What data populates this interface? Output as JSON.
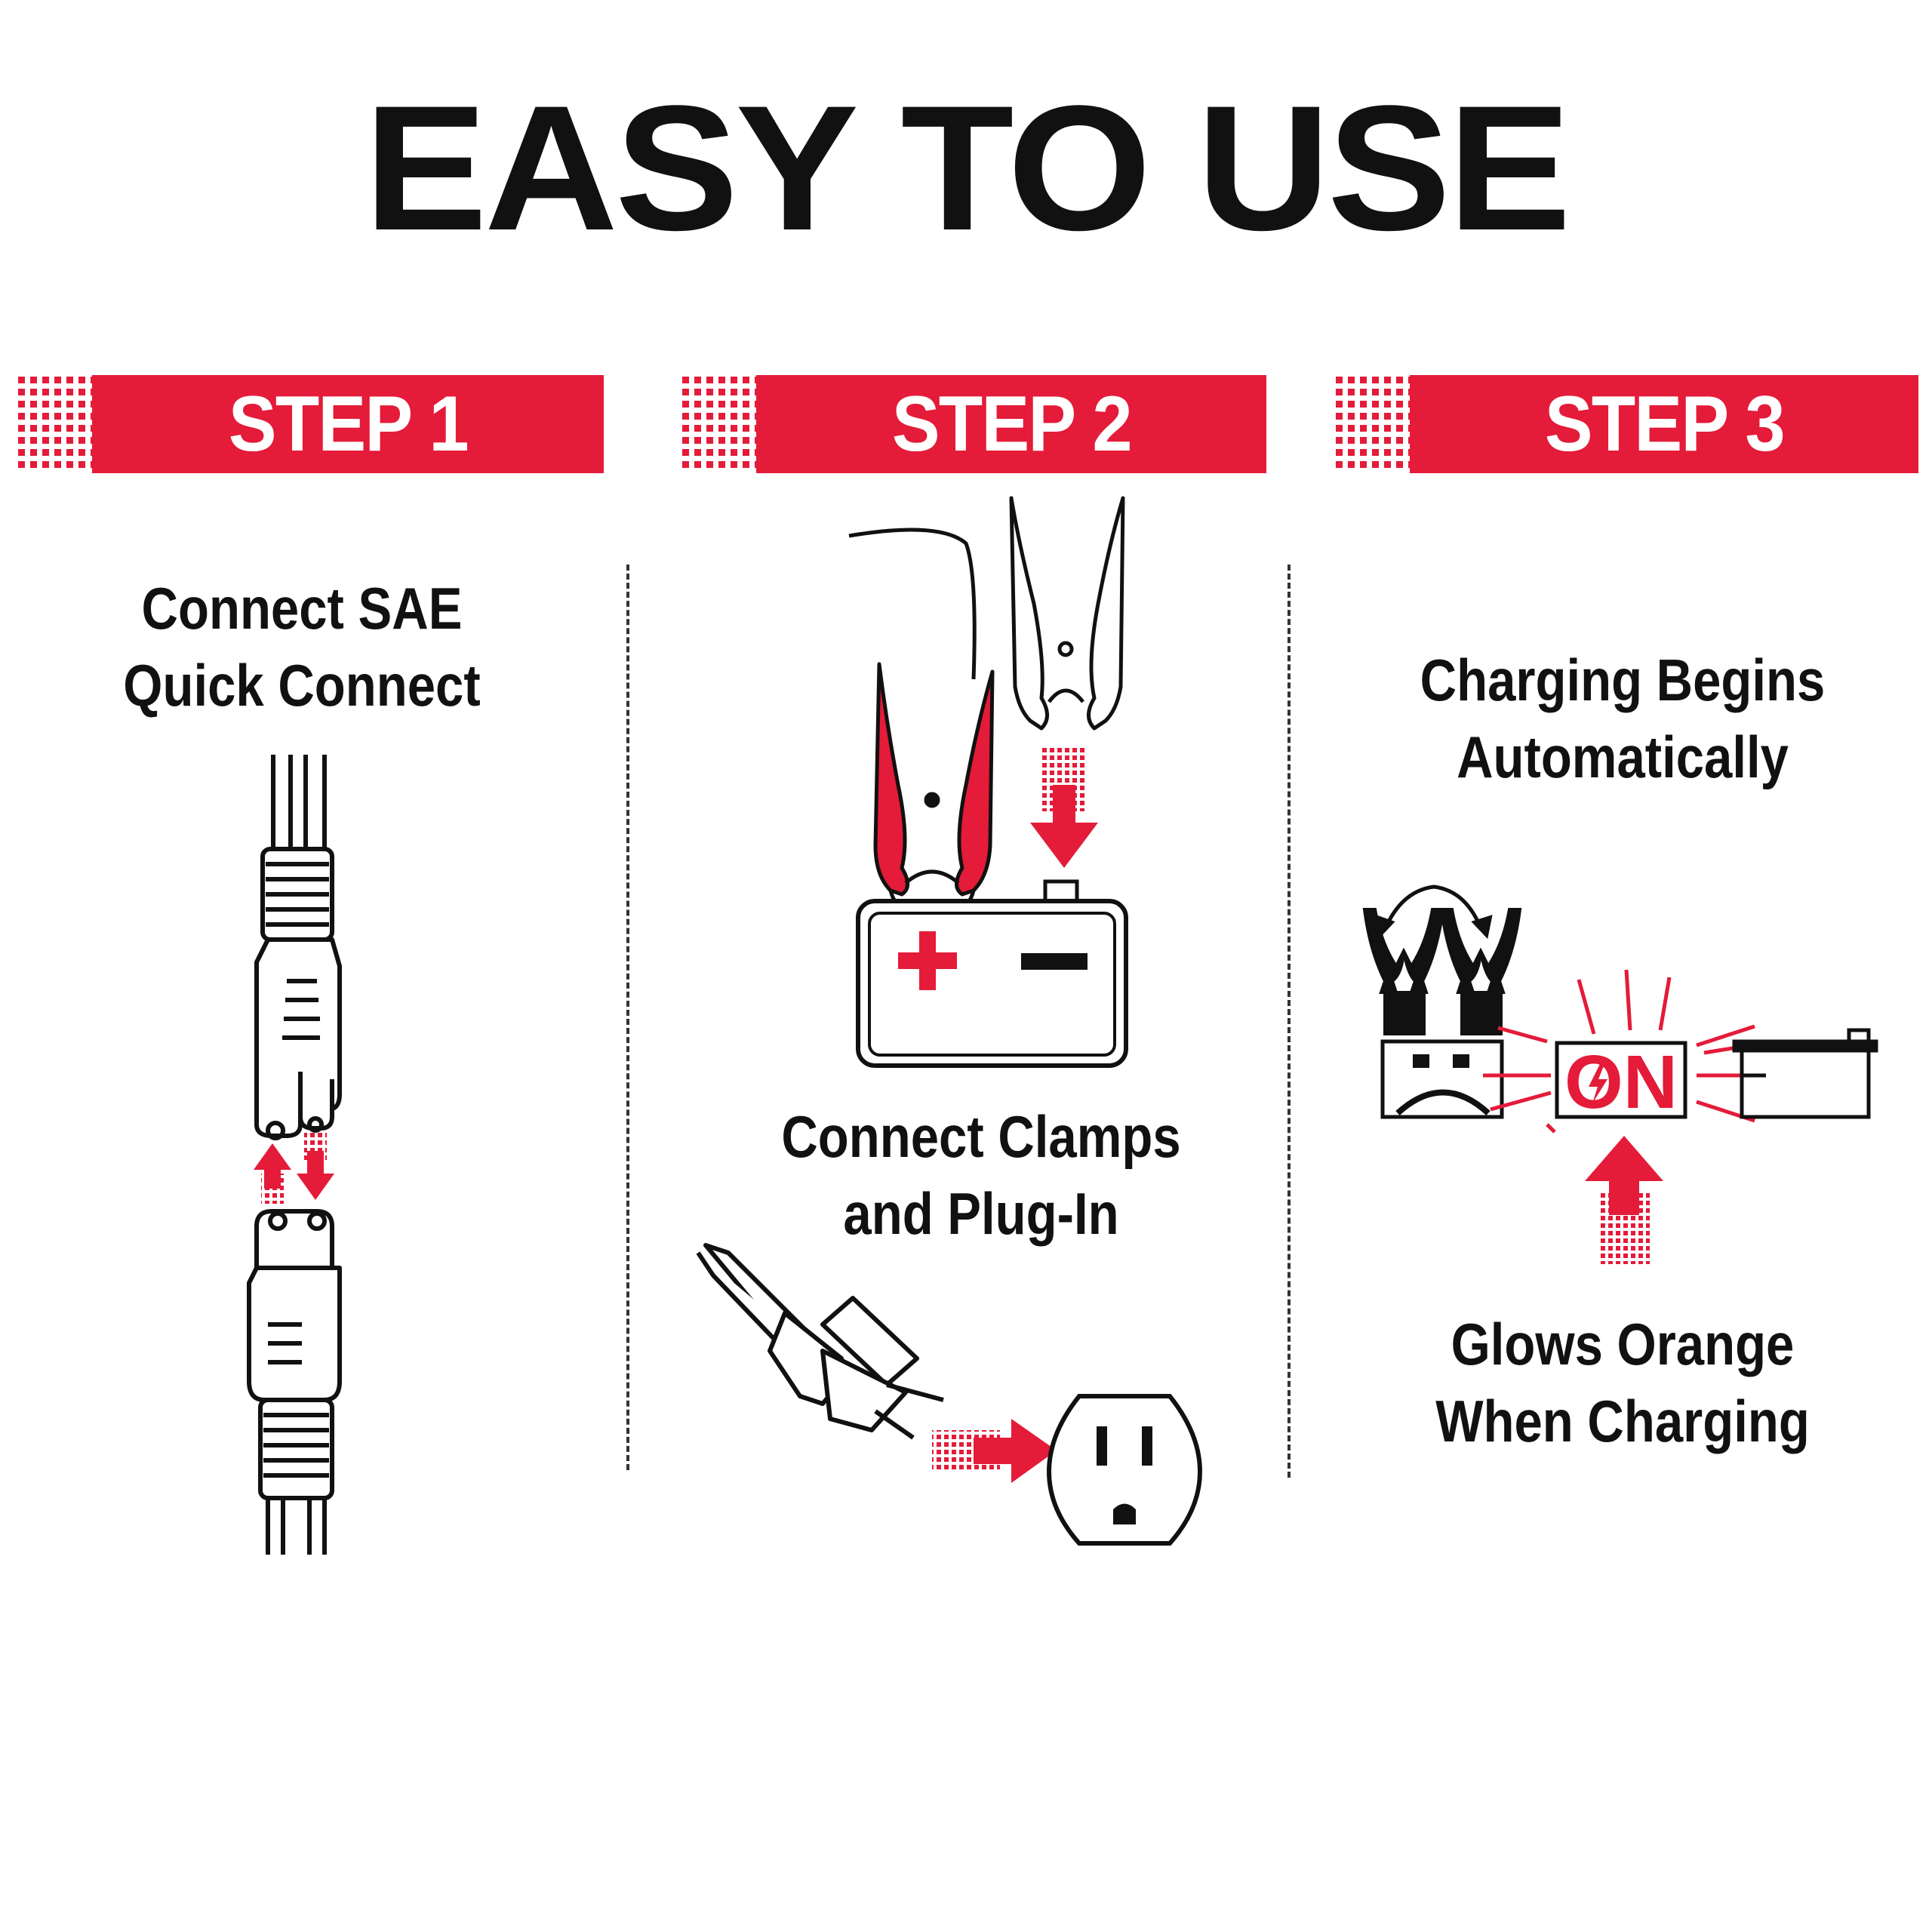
{
  "title": "EASY TO USE",
  "colors": {
    "accent": "#e41b39",
    "ink": "#111111",
    "background": "#ffffff"
  },
  "steps": [
    {
      "label": "STEP 1",
      "caption": [
        "Connect SAE",
        "Quick Connect"
      ],
      "icons": [
        "sae-connector-icon",
        "connect-arrows-icon"
      ]
    },
    {
      "label": "STEP 2",
      "caption": [
        "Connect Clamps",
        "and Plug-In"
      ],
      "icons": [
        "red-clamp-icon",
        "black-clamp-icon",
        "battery-icon",
        "plug-icon",
        "wall-outlet-icon"
      ]
    },
    {
      "label": "STEP 3",
      "caption_top": [
        "Charging Begins",
        "Automatically"
      ],
      "indicator": "ON",
      "caption_bottom": [
        "Glows Orange",
        "When Charging"
      ],
      "icons": [
        "clamps-icon",
        "sad-battery-icon",
        "on-indicator-icon",
        "battery-icon",
        "up-arrow-icon"
      ]
    }
  ]
}
